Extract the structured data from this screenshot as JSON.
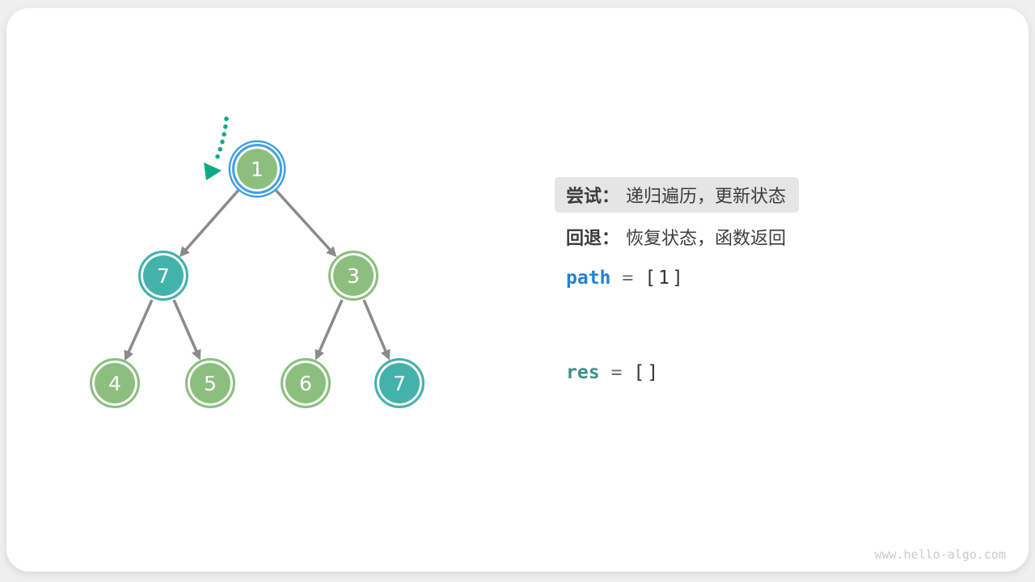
{
  "watermark": "www.hello-algo.com",
  "panel": {
    "try": {
      "label": "尝试：",
      "text": "递归遍历，更新状态"
    },
    "back": {
      "label": "回退：",
      "text": "恢复状态，函数返回"
    },
    "path": {
      "name": "path",
      "eq": "=",
      "value": "[1]"
    },
    "res": {
      "name": "res",
      "eq": "=",
      "value": "[]"
    }
  },
  "tree": {
    "nodes": [
      {
        "value": "1",
        "color": "green",
        "state": "current"
      },
      {
        "value": "7",
        "color": "teal",
        "state": "visited"
      },
      {
        "value": "3",
        "color": "green",
        "state": "normal"
      },
      {
        "value": "4",
        "color": "green",
        "state": "normal"
      },
      {
        "value": "5",
        "color": "green",
        "state": "normal"
      },
      {
        "value": "6",
        "color": "green",
        "state": "normal"
      },
      {
        "value": "7",
        "color": "teal",
        "state": "target"
      }
    ],
    "edges": [
      [
        "1",
        "7"
      ],
      [
        "1",
        "3"
      ],
      [
        "7",
        "4"
      ],
      [
        "7",
        "5"
      ],
      [
        "3",
        "6"
      ],
      [
        "3",
        "7"
      ]
    ]
  },
  "colors": {
    "node_green": "#8CBF7F",
    "node_teal": "#43B2AB",
    "current_ring_blue": "#41A0E8",
    "edge_gray": "#8B8B8B",
    "pointer_teal": "#0FA98A",
    "path_var_blue": "#2380D4",
    "res_var_teal": "#3A9189",
    "highlight_bg": "#E5E5E5",
    "text_dark": "#3C3C3C"
  }
}
